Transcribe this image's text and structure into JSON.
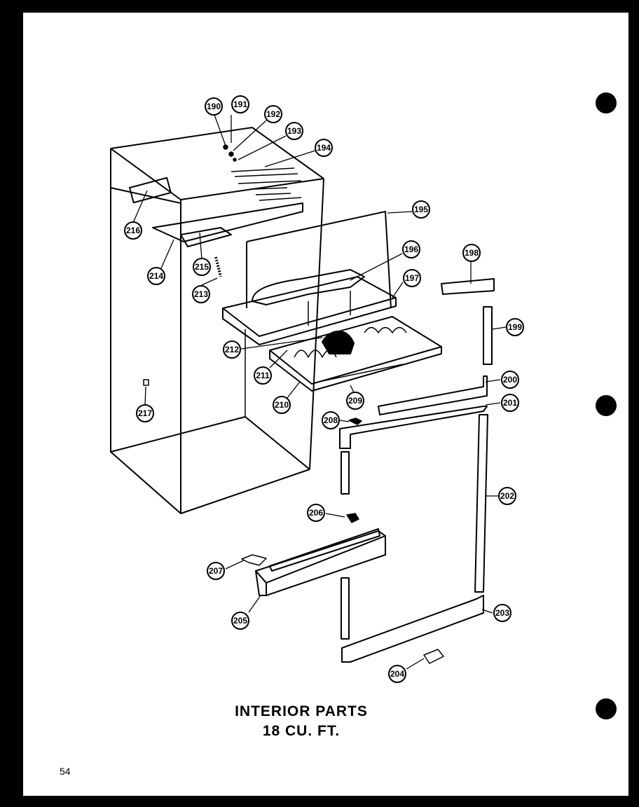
{
  "title": {
    "line1": "INTERIOR PARTS",
    "line2": "18 CU. FT."
  },
  "page_number": "54",
  "callouts": {
    "c190": "190",
    "c191": "191",
    "c192": "192",
    "c193": "193",
    "c194": "194",
    "c195": "195",
    "c196": "196",
    "c197": "197",
    "c198": "198",
    "c199": "199",
    "c200": "200",
    "c201": "201",
    "c202": "202",
    "c203": "203",
    "c204": "204",
    "c205": "205",
    "c206": "206",
    "c207": "207",
    "c208": "208",
    "c209": "209",
    "c210": "210",
    "c211": "211",
    "c212": "212",
    "c213": "213",
    "c214": "214",
    "c215": "215",
    "c216": "216",
    "c217": "217"
  }
}
